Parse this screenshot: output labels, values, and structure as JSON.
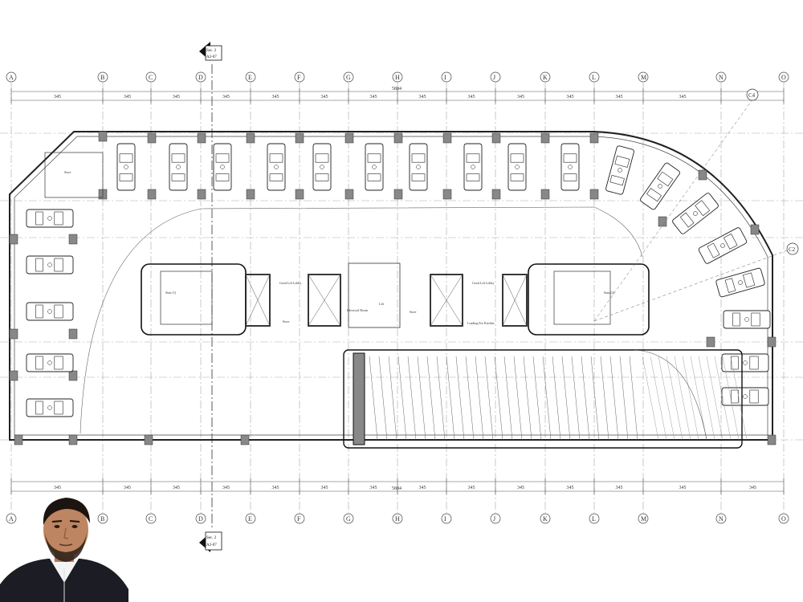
{
  "drawing": {
    "section_marks": [
      {
        "id": "top",
        "label": "Sec. 2",
        "sheet": "A2-07"
      },
      {
        "id": "bottom",
        "label": "Sec. 2",
        "sheet": "A2-07"
      }
    ],
    "grid_labels": [
      "A",
      "B",
      "C",
      "D",
      "E",
      "F",
      "G",
      "H",
      "I",
      "J",
      "K",
      "L",
      "M",
      "N",
      "O"
    ],
    "overall_dimension": "5884",
    "curve_markers": [
      "C4",
      "C2"
    ],
    "segment_dims": [
      "345",
      "345",
      "345",
      "345",
      "345",
      "345",
      "345",
      "345",
      "345",
      "345",
      "345",
      "345",
      "345",
      "345"
    ],
    "rooms": {
      "store_left": "Store",
      "stair_left": "Stair (1)",
      "goods_lift_left": "Good Lift Lobby",
      "goods_lift_right": "Good Lift Lobby",
      "store_center": "Store",
      "electrical_room": "Electrical Room",
      "store_mid": "Store",
      "lift": "Lift",
      "loading": "Loading For Kitchen",
      "stair_right": "Stair (2)"
    }
  },
  "presenter": {
    "description": "presenter-photo"
  }
}
